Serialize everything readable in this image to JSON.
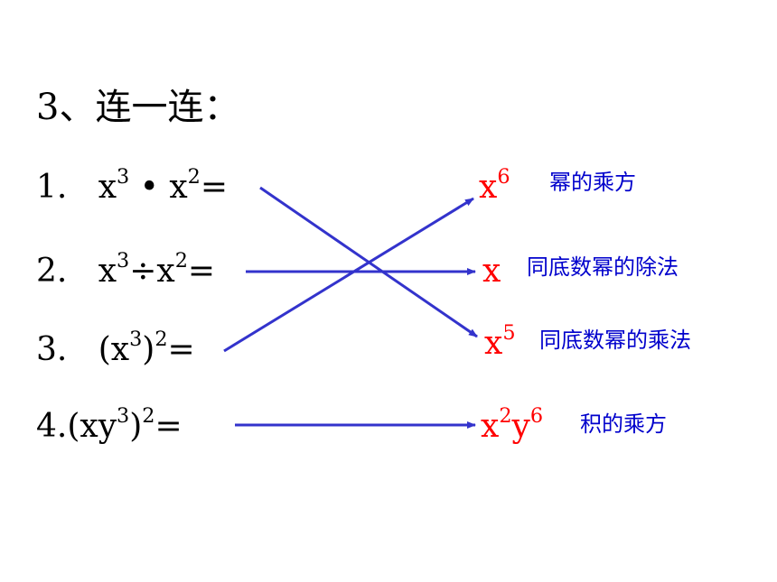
{
  "title": "3、连一连：",
  "colors": {
    "text": "#000000",
    "answer": "#ff0000",
    "rule": "#0000cc",
    "arrow": "#3333cc"
  },
  "left_items": [
    {
      "num": "1.",
      "base1": "x",
      "exp1": "3",
      "op": "•",
      "base2": "x",
      "exp2": "2",
      "tail": "="
    },
    {
      "num": "2.",
      "base1": "x",
      "exp1": "3",
      "op": "÷",
      "base2": "x",
      "exp2": "2",
      "tail": "="
    },
    {
      "num": "3.",
      "open": "(x",
      "exp1": "3",
      "close": ")",
      "exp2": "2",
      "tail": "="
    },
    {
      "num": "4.",
      "open": "(xy",
      "exp1": "3",
      "close": ")",
      "exp2": "2",
      "tail": "="
    }
  ],
  "right_items": [
    {
      "base": "x",
      "exp": "6",
      "rule": "幂的乘方"
    },
    {
      "base": "x",
      "exp": "",
      "rule": "同底数幂的除法"
    },
    {
      "base": "x",
      "exp": "5",
      "rule": "同底数幂的乘法"
    },
    {
      "base": "x",
      "exp": "2",
      "base2": "y",
      "exp2": "6",
      "rule": "积的乘方"
    }
  ]
}
